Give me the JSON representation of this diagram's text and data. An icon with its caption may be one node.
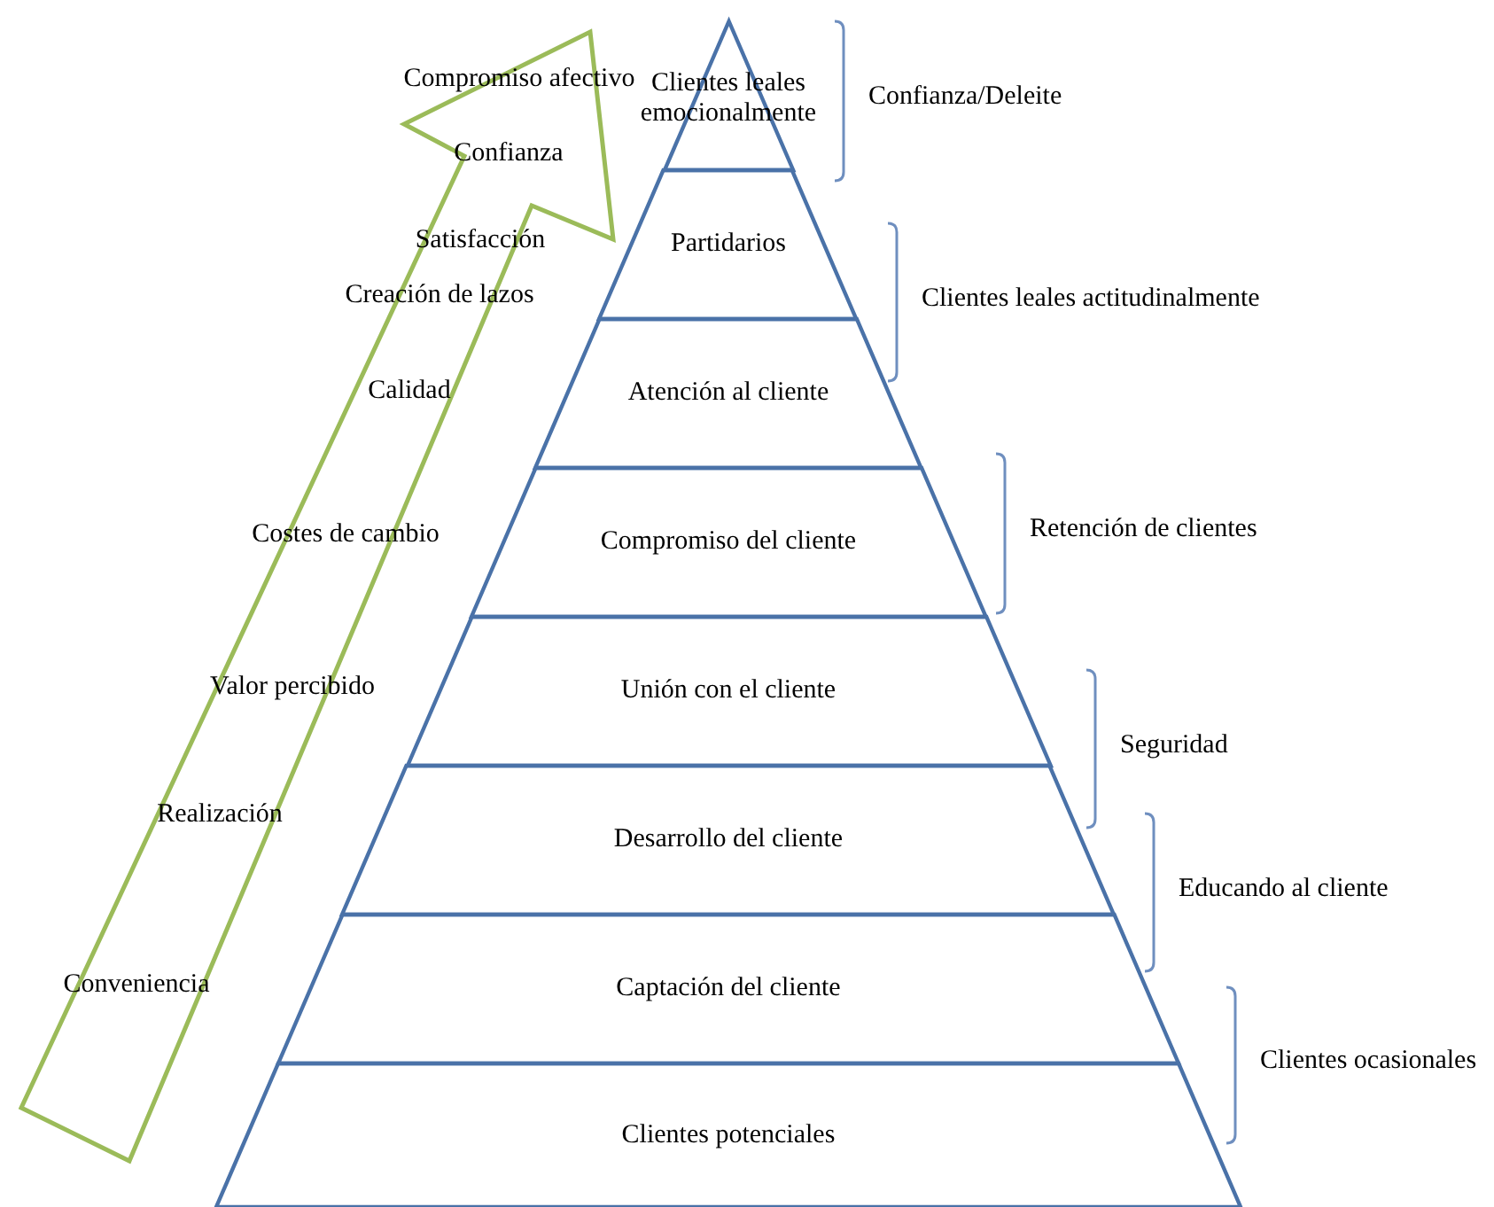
{
  "diagram": {
    "nodes": [
      {
        "text": [
          "Clientes leales emocionalmente"
        ]
      },
      {
        "text": [
          "Partidarios"
        ]
      },
      {
        "text": [
          "Atención al cliente"
        ]
      },
      {
        "text": [
          "Compromiso del cliente"
        ]
      },
      {
        "text": [
          "Unión con el cliente"
        ]
      },
      {
        "text": [
          "Desarrollo del cliente"
        ]
      },
      {
        "text": [
          "Captación del cliente"
        ]
      },
      {
        "text": [
          "Clientes potenciales"
        ]
      },
      {
        "text": [
          "Compromiso afectivo",
          "Confianza",
          "Satisfacción",
          "Creación de lazos",
          "Calidad",
          "Costes de cambio",
          "Valor percibido",
          "Realización",
          "Conveniencia"
        ]
      }
    ],
    "edges": [],
    "labels": [
      "Confianza/Deleite",
      "Clientes leales actitudinalmente",
      "Retención de clientes",
      "Seguridad",
      "Educando al cliente",
      "Clientes ocasionales"
    ]
  }
}
